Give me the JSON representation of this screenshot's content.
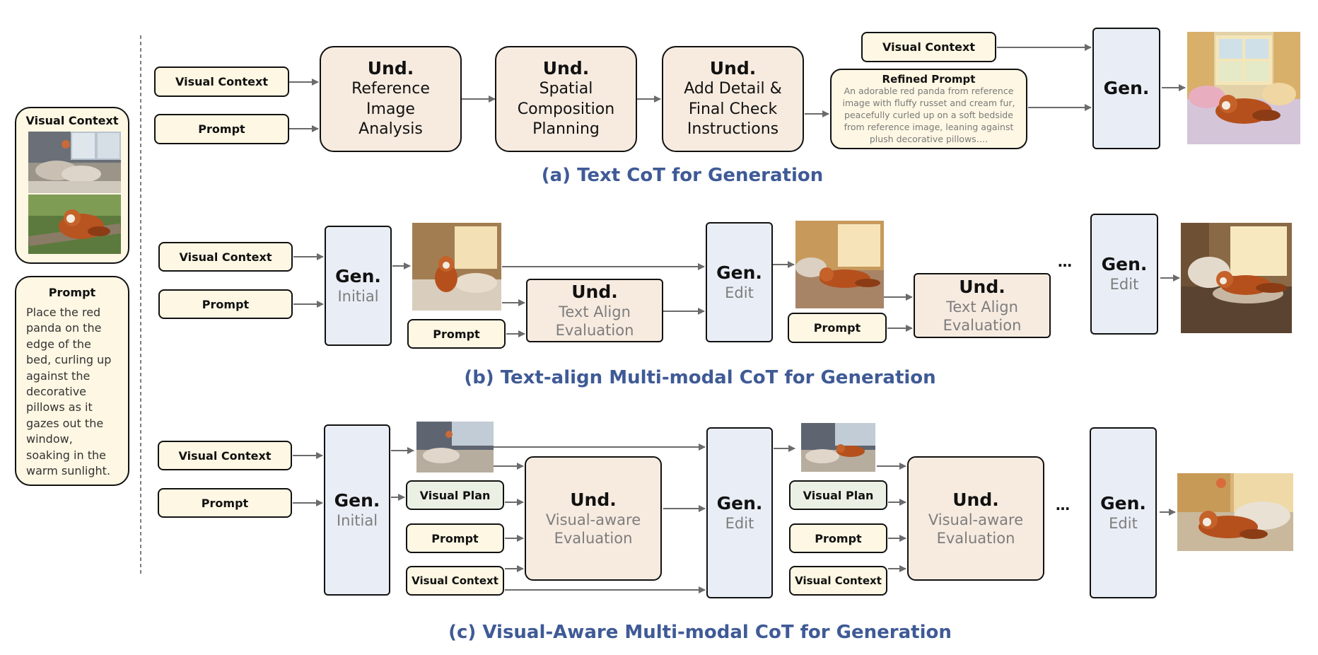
{
  "left_panel": {
    "visual_context_title": "Visual Context",
    "prompt_title": "Prompt",
    "prompt_text": "Place the red panda on the edge of the bed, curling up against the decorative pillows as it gazes out the window, soaking in the warm sunlight."
  },
  "section_a": {
    "caption": "(a) Text CoT for Generation",
    "visual_context": "Visual Context",
    "prompt": "Prompt",
    "step1_title": "Und.",
    "step1_sub": "Reference Image Analysis",
    "step2_title": "Und.",
    "step2_sub": "Spatial Composition Planning",
    "step3_title": "Und.",
    "step3_sub": "Add Detail & Final Check Instructions",
    "visual_context_2": "Visual Context",
    "refined_title": "Refined Prompt",
    "refined_text": "An adorable red panda from reference image with fluffy russet and cream fur, peacefully curled up on a soft bedside from reference image, leaning against plush decorative pillows….",
    "gen": "Gen."
  },
  "section_b": {
    "caption": "(b) Text-align Multi-modal CoT for Generation",
    "visual_context": "Visual Context",
    "prompt": "Prompt",
    "gen1_title": "Gen.",
    "gen1_sub": "Initial",
    "prompt2": "Prompt",
    "und1_title": "Und.",
    "und1_sub": "Text Align Evaluation",
    "gen2_title": "Gen.",
    "gen2_sub": "Edit",
    "prompt3": "Prompt",
    "und2_title": "Und.",
    "und2_sub": "Text Align Evaluation",
    "ellipsis": "…",
    "gen3_title": "Gen.",
    "gen3_sub": "Edit"
  },
  "section_c": {
    "caption": "(c) Visual-Aware Multi-modal CoT for Generation",
    "visual_context": "Visual Context",
    "prompt": "Prompt",
    "gen1_title": "Gen.",
    "gen1_sub": "Initial",
    "visual_plan1": "Visual Plan",
    "prompt2": "Prompt",
    "visual_context2": "Visual Context",
    "und1_title": "Und.",
    "und1_sub": "Visual-aware Evaluation",
    "gen2_title": "Gen.",
    "gen2_sub": "Edit",
    "visual_plan2": "Visual Plan",
    "prompt3": "Prompt",
    "visual_context3": "Visual Context",
    "und2_title": "Und.",
    "und2_sub": "Visual-aware Evaluation",
    "ellipsis": "…",
    "gen3_title": "Gen.",
    "gen3_sub": "Edit"
  },
  "colors": {
    "cream": "#fdf7e3",
    "peach": "#f7ebe0",
    "blue": "#e9eef6",
    "green": "#eaf1e4",
    "caption": "#3f5a96",
    "arrow": "#6b6b6b"
  }
}
